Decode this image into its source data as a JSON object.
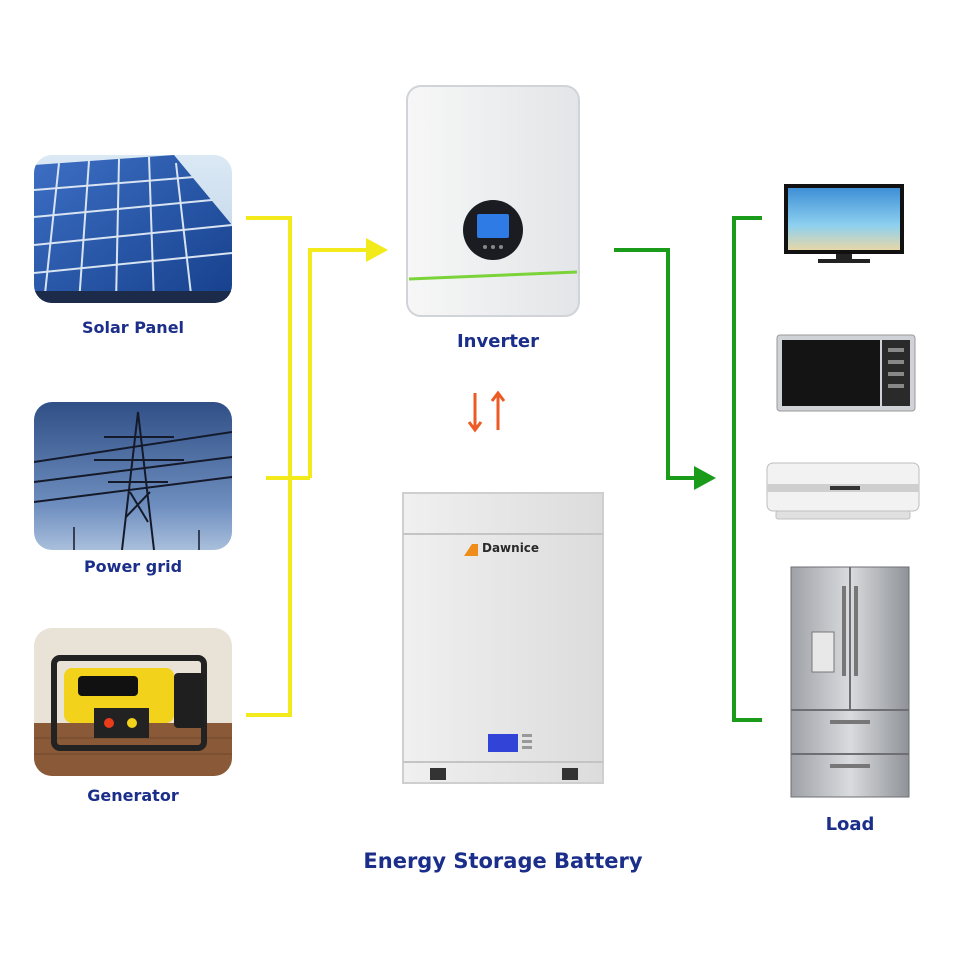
{
  "sources": {
    "solar_label": "Solar Panel",
    "grid_label": "Power grid",
    "generator_label": "Generator"
  },
  "inverter": {
    "label": "Inverter"
  },
  "battery": {
    "label": "Energy Storage Battery",
    "brand": "Dawnice"
  },
  "load": {
    "label": "Load"
  },
  "colors": {
    "label_text": "#1a2e8a",
    "input_line": "#f2ea1a",
    "output_line": "#1a9b1a",
    "exchange_arrows": "#ee5a24"
  },
  "icons": [
    "solar-panel-icon",
    "power-tower-icon",
    "generator-icon",
    "inverter-icon",
    "battery-icon",
    "tv-icon",
    "microwave-icon",
    "air-conditioner-icon",
    "refrigerator-icon"
  ]
}
